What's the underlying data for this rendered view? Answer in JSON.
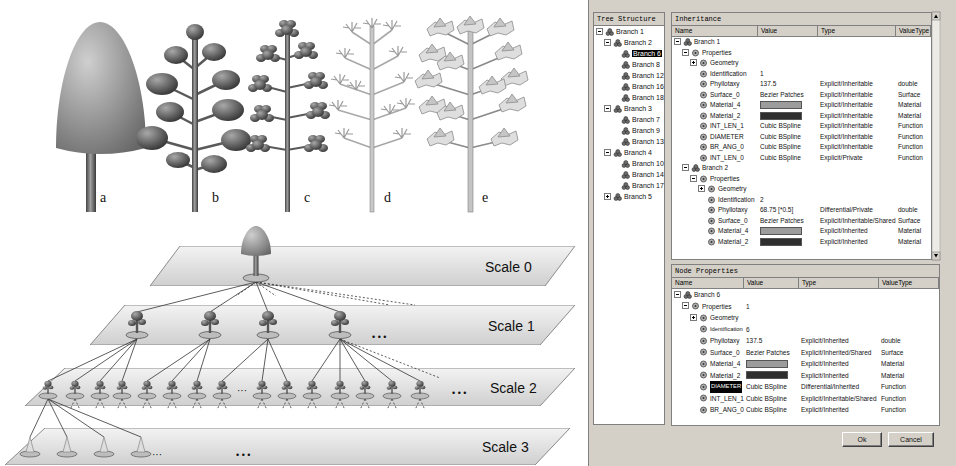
{
  "diagram": {
    "nodes": [
      {
        "text": [
          "Scale 0"
        ]
      },
      {
        "text": [
          "Scale 1"
        ]
      },
      {
        "text": [
          "Scale 2"
        ]
      },
      {
        "text": [
          "Scale 3"
        ]
      },
      {
        "text": [
          "Tree Structure",
          "Branch 1",
          "Branch 2",
          "Branch 6",
          "Branch 8",
          "Branch 12",
          "Branch 16",
          "Branch 18",
          "Branch 3",
          "Branch 7",
          "Branch 9",
          "Branch 13",
          "Branch 4",
          "Branch 10",
          "Branch 14",
          "Branch 17",
          "Branch 5"
        ]
      },
      {
        "text": [
          "Inheritance",
          "Name",
          "Value",
          "Type",
          "ValueType",
          "Branch 1",
          "Properties",
          "Geometry",
          "Identification",
          "1",
          "Phyllotaxy",
          "137.5",
          "Explicit/Inheritable",
          "double",
          "Surface_0",
          "Bezier Patches",
          "Explicit/Inheritable",
          "Surface",
          "Material_4",
          "Explicit/Inheritable",
          "Material",
          "Material_2",
          "Explicit/Inheritable",
          "Material",
          "INT_LEN_1",
          "Cubic BSpline",
          "Explicit/Inheritable",
          "Function",
          "DIAMETER",
          "Cubic BSpline",
          "Explicit/Inheritable",
          "Function",
          "BR_ANG_0",
          "Cubic BSpline",
          "Explicit/Inheritable",
          "Function",
          "INT_LEN_0",
          "Cubic BSpline",
          "Explicit/Private",
          "Function",
          "Branch 2",
          "Properties",
          "Geometry",
          "Identification",
          "2",
          "Phyllotaxy",
          "68.75 [*0.5]",
          "Differential/Private",
          "double",
          "Surface_0",
          "Bezier Patches",
          "Explicit/Inheritable/Shared",
          "Surface",
          "Material_4",
          "Explicit/Inherited",
          "Material",
          "Material_2",
          "Explicit/Inherited",
          "Material"
        ]
      },
      {
        "text": [
          "Node Properties",
          "Name",
          "Value",
          "Type",
          "ValueType",
          "Branch 6",
          "Properties",
          "1",
          "Geometry",
          "Identification",
          "6",
          "Phyllotaxy",
          "137.5",
          "Explicit/Inherited",
          "double",
          "Surface_0",
          "Bezier Patches",
          "Explicit/Inherited/Shared",
          "Surface",
          "Material_4",
          "Explicit/Inherited",
          "Material",
          "Material_2",
          "Explicit/Inherited",
          "Material",
          "DIAMETER",
          "Cubic BSpline",
          "Differential/Inherited",
          "Function",
          "INT_LEN_1",
          "Cubic BSpline",
          "Explicit/Inheritable/Shared",
          "Function",
          "BR_ANG_0",
          "Cubic BSpline",
          "Explicit/Inherited",
          "Function"
        ]
      },
      {
        "text": [
          "Ok"
        ]
      },
      {
        "text": [
          "Cancel"
        ]
      }
    ],
    "labels": [
      "a",
      "b",
      "c",
      "d",
      "e",
      "• • •",
      "···",
      "• • •",
      "···",
      "• • •"
    ]
  }
}
